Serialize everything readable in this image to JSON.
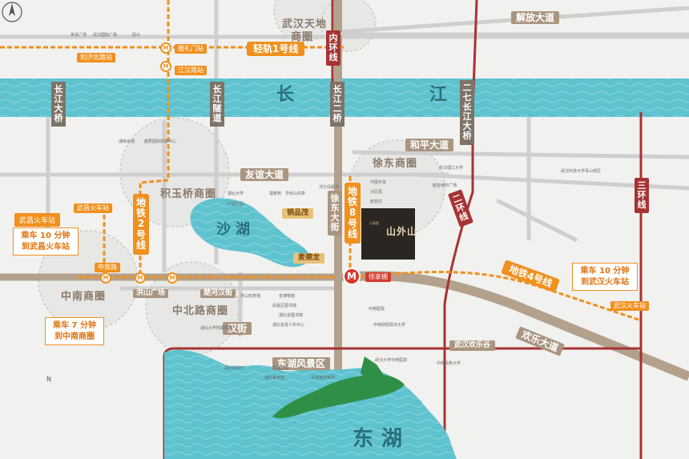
{
  "map": {
    "colors": {
      "background": "#f1f1ef",
      "river": "#5ec2cf",
      "metro": "#f0901e",
      "ring_road": "#a63333",
      "main_road": "#b3a18e",
      "green": "#2f8f46"
    },
    "rivers": {
      "yangtze_left": "长",
      "yangtze_right": "江",
      "east_lake": "东湖",
      "sha_lake": "沙湖"
    },
    "districts": {
      "wuhan_tiandi_1": "武汉天地",
      "wuhan_tiandi_2": "商圈",
      "jiyuqiao": "积玉桥商圈",
      "xudong": "徐东商圈",
      "zhongnan": "中南商圈",
      "zhongbeilu": "中北路商圈"
    },
    "roads": {
      "jiefang": "解放大道",
      "heping": "和平大道",
      "youyi": "友谊大道",
      "huanle": "欢乐大道",
      "hongshan": "洪山广场",
      "chuhehanjie": "楚河汉街",
      "hanjie": "汉街",
      "yangtze_bridge_1": "长江大桥",
      "yangtze_tunnel": "长江隧道",
      "yangtze_bridge_2": "长江二桥",
      "erqi_bridge": "二七长江大桥",
      "xudong_ave": "徐东大街",
      "inner_ring": "内环线",
      "second_ring": "二环线",
      "third_ring": "三环线",
      "east_lake_scenic": "东湖风景区",
      "wuhan_happy_valley": "武汉欢乐谷"
    },
    "metro": {
      "line1": "轻轨1号线",
      "line2": "地铁2号线",
      "line4": "地铁4号线",
      "line8": "地铁8号线"
    },
    "stations": {
      "lijinan": "利济北路站",
      "xunlimen": "循礼门站",
      "jianghan": "江汉路站",
      "wuchang_station": "武昌火车站",
      "zhongnan_rd": "中南路",
      "xujiapeng": "徐家棚",
      "wuhan_station": "武汉火车站",
      "metro_symbol": "M"
    },
    "labels": {
      "wuchang_station_big": "武昌火车站",
      "wuhan_station_big": "武汉火车站",
      "sale_office": "销品茂",
      "zhoudelong": "麦德龙"
    },
    "tips": {
      "wuchang": [
        "乘车 10 分钟",
        "到武昌火车站"
      ],
      "zhongnan": [
        "乘车 7 分钟",
        "到中南商圈"
      ],
      "wuhan": [
        "乘车 10 分钟",
        "到武汉火车站"
      ]
    },
    "project": {
      "name": "山外山",
      "note": "示意图"
    },
    "compass": "N",
    "pois": [
      "世贸广场",
      "武汉国际广场",
      "民众",
      "湖南会馆",
      "越秀国际财富中心",
      "湖北大学",
      "沙湖公园",
      "福泰苑",
      "华利山鸿亭",
      "沃尔玛超市",
      "中国平安",
      "沙区局",
      "欧亚达",
      "武汉理工大学",
      "欧亚城市广场",
      "中南医院",
      "洪山体育馆",
      "省博物馆",
      "湖北省图书馆",
      "湖北大学附属中学",
      "武昌区图书馆",
      "湖北省青少年中心",
      "中南财经政法大学",
      "武汉科技大学青山校区",
      "武汉大学中南医院",
      "湖北美术馆",
      "东湖海洋世界",
      "湖北财政厅",
      "东湖宾馆",
      "中南民族大学"
    ]
  }
}
